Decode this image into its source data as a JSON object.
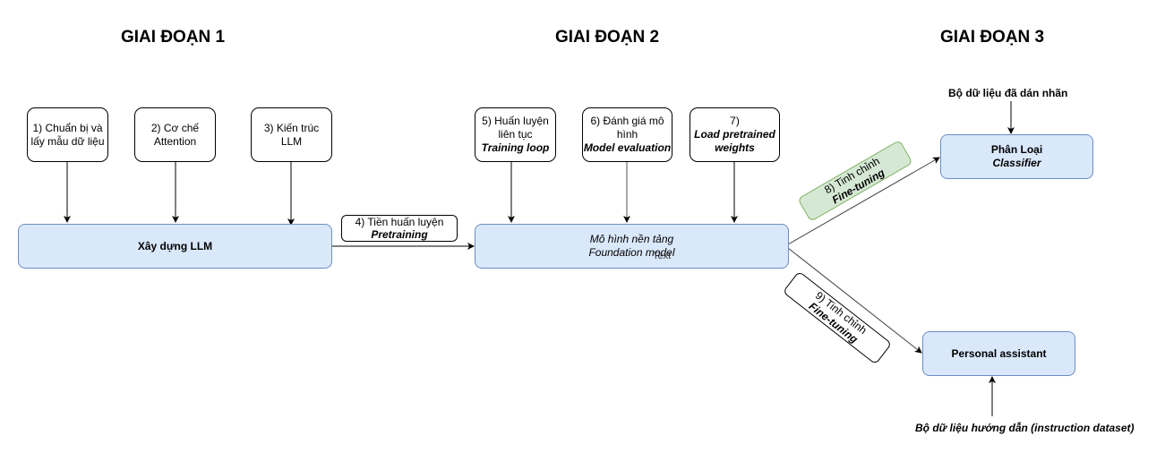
{
  "stages": [
    {
      "title": "GIAI ĐOẠN 1"
    },
    {
      "title": "GIAI ĐOẠN 2"
    },
    {
      "title": "GIAI ĐOẠN 3"
    }
  ],
  "stage1": {
    "steps": [
      {
        "line1": "1) Chuẩn bị và",
        "line2": "lấy mẫu dữ liệu"
      },
      {
        "line1": "2) Cơ chế",
        "line2": "Attention"
      },
      {
        "line1": "3) Kiến trúc",
        "line2": "LLM"
      }
    ],
    "main_box": "Xây dựng LLM"
  },
  "pretraining_label": {
    "line1": "4) Tiền huấn luyện",
    "line2": "Pretraining"
  },
  "stage2": {
    "steps": [
      {
        "line1": "5) Huấn luyện",
        "line2": "liên tục",
        "line3": "Training loop"
      },
      {
        "line1": "6) Đánh giá mô",
        "line2": "hình",
        "line3": "Model evaluation"
      },
      {
        "line1": "7)",
        "line2": "Load pretrained",
        "line3": "weights"
      }
    ],
    "main_box": {
      "line1": "Mô hình nền tảng",
      "line2": "Foundation model",
      "overlay": "Text"
    }
  },
  "finetune_labels": [
    {
      "line1": "8) Tinh chỉnh",
      "line2": "Fine-tuning"
    },
    {
      "line1": "9) Tinh chỉnh",
      "line2": "Fine-tuning"
    }
  ],
  "stage3": {
    "classifier": {
      "line1": "Phân Loại",
      "line2": "Classifier"
    },
    "classifier_input": "Bộ dữ liệu đã dán nhãn",
    "assistant": "Personal assistant",
    "assistant_input": "Bộ dữ liệu hướng dẫn (instruction dataset)"
  },
  "colors": {
    "main_fill": "#dae8fc",
    "main_stroke": "#6c8ebf",
    "finetune8_fill": "#d5e8d4",
    "finetune8_stroke": "#82b366"
  }
}
